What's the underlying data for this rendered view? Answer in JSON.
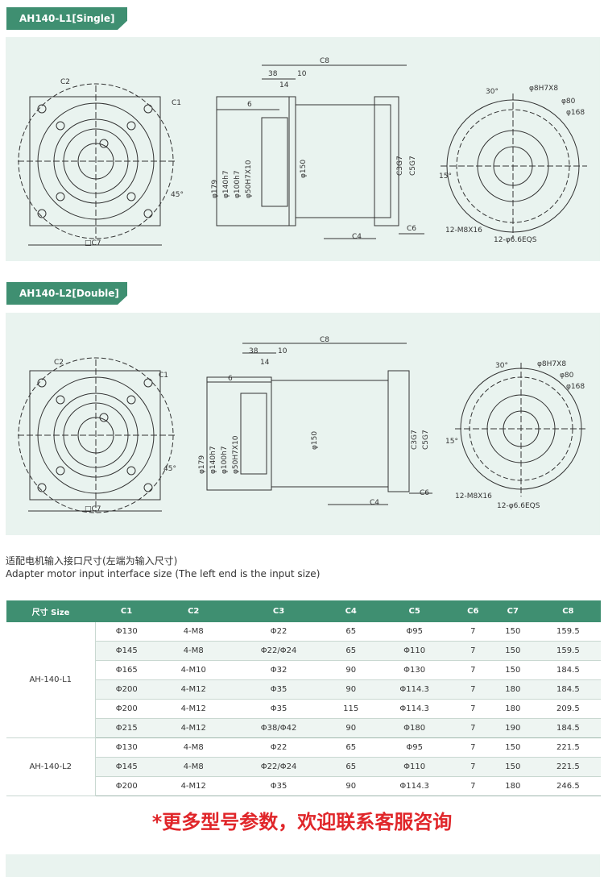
{
  "sections": [
    {
      "title": "AH140-L1[Single]"
    },
    {
      "title": "AH140-L2[Double]"
    }
  ],
  "drawing_labels": {
    "c2": "C2",
    "c1": "C1",
    "c7": "□C7",
    "angle45": "45°",
    "c8": "C8",
    "d38": "38",
    "d10": "10",
    "d14": "14",
    "d6": "6",
    "phi179": "φ179",
    "phi140": "φ140h7",
    "phi100": "φ100h7",
    "phi50": "φ50H7X10",
    "phi150": "φ150",
    "c3": "C3G7",
    "c5": "C5G7",
    "c4": "C4",
    "c6": "C6",
    "angle30": "30°",
    "angle15": "15°",
    "phi8": "φ8H7X8",
    "phi80": "φ80",
    "phi168": "φ168",
    "m8": "12-M8X16",
    "eqs": "12-φ6.6EQS"
  },
  "caption_cn": "适配电机输入接口尺寸(左端为输入尺寸)",
  "caption_en": "Adapter motor input interface size (The left end is the input size)",
  "table": {
    "headers": [
      "尺寸 Size",
      "C1",
      "C2",
      "C3",
      "C4",
      "C5",
      "C6",
      "C7",
      "C8"
    ],
    "groups": [
      {
        "model": "AH-140-L1",
        "rows": [
          [
            "Φ130",
            "4-M8",
            "Φ22",
            "65",
            "Φ95",
            "7",
            "150",
            "159.5"
          ],
          [
            "Φ145",
            "4-M8",
            "Φ22/Φ24",
            "65",
            "Φ110",
            "7",
            "150",
            "159.5"
          ],
          [
            "Φ165",
            "4-M10",
            "Φ32",
            "90",
            "Φ130",
            "7",
            "150",
            "184.5"
          ],
          [
            "Φ200",
            "4-M12",
            "Φ35",
            "90",
            "Φ114.3",
            "7",
            "180",
            "184.5"
          ],
          [
            "Φ200",
            "4-M12",
            "Φ35",
            "115",
            "Φ114.3",
            "7",
            "180",
            "209.5"
          ],
          [
            "Φ215",
            "4-M12",
            "Φ38/Φ42",
            "90",
            "Φ180",
            "7",
            "190",
            "184.5"
          ]
        ]
      },
      {
        "model": "AH-140-L2",
        "rows": [
          [
            "Φ130",
            "4-M8",
            "Φ22",
            "65",
            "Φ95",
            "7",
            "150",
            "221.5"
          ],
          [
            "Φ145",
            "4-M8",
            "Φ22/Φ24",
            "65",
            "Φ110",
            "7",
            "150",
            "221.5"
          ],
          [
            "Φ200",
            "4-M12",
            "Φ35",
            "90",
            "Φ114.3",
            "7",
            "180",
            "246.5"
          ]
        ]
      }
    ]
  },
  "notice": "*更多型号参数，欢迎联系客服咨询",
  "colors": {
    "accent": "#3f8f71",
    "panel": "#e9f3ef",
    "notice": "#e0262a"
  }
}
